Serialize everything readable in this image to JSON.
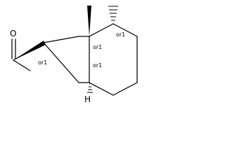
{
  "atoms": {
    "oxygen": "O",
    "hydrogen": "H"
  },
  "stereo_labels": {
    "c2": "or1",
    "c3a": "or1",
    "c4": "or1",
    "c7a": "or1"
  }
}
